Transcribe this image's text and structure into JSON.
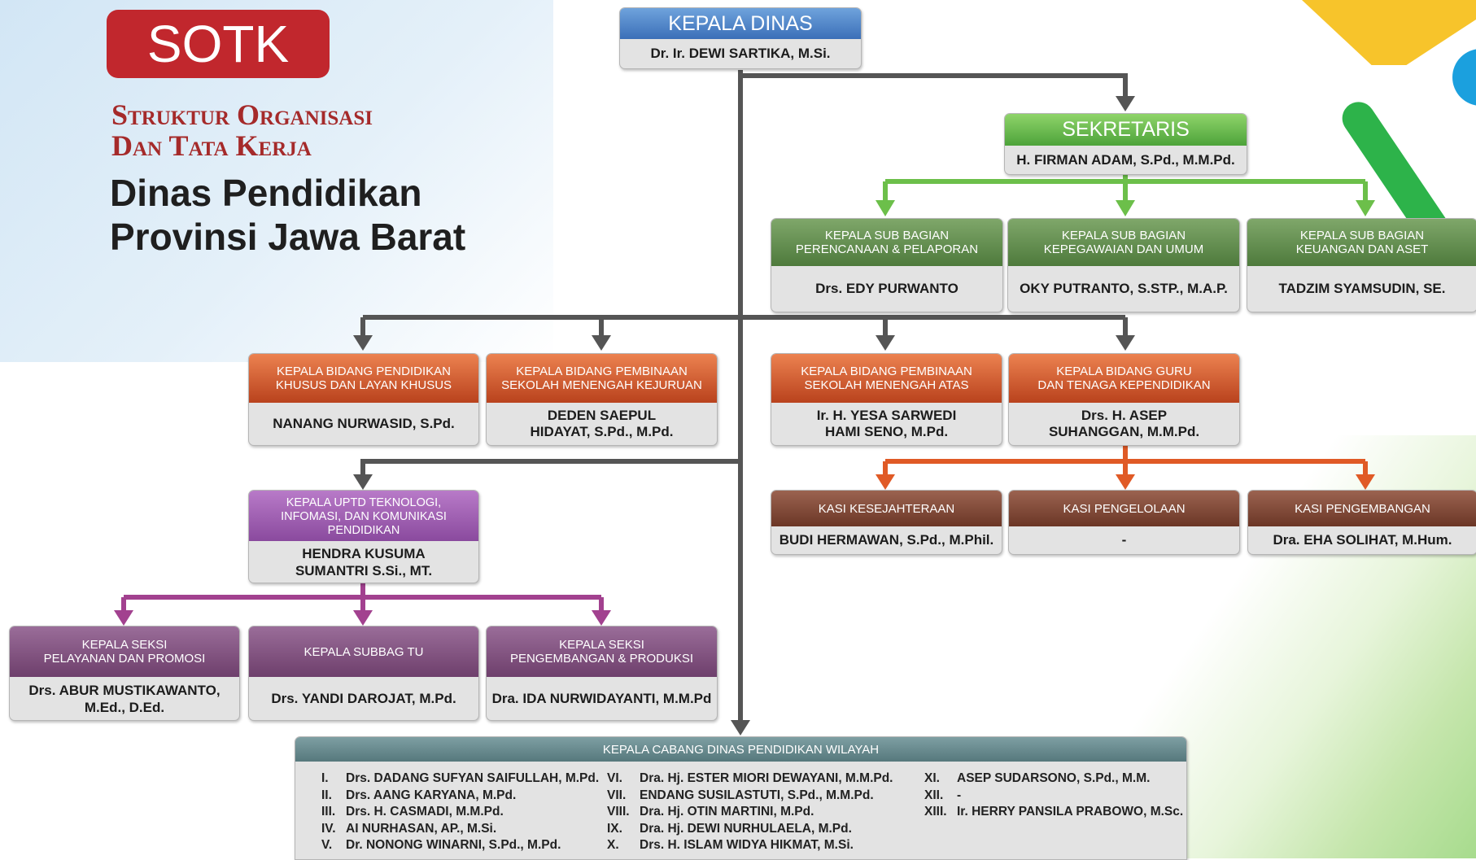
{
  "header": {
    "badge": "SOTK",
    "subtitle_line1": "Struktur Organisasi",
    "subtitle_line2": "Dan Tata Kerja",
    "org_line1": "Dinas Pendidikan",
    "org_line2": "Provinsi Jawa Barat"
  },
  "kepala_dinas": {
    "title": "KEPALA DINAS",
    "name": "Dr. Ir. DEWI SARTIKA, M.Si."
  },
  "sekretaris": {
    "title": "SEKRETARIS",
    "name": "H. FIRMAN ADAM, S.Pd., M.M.Pd."
  },
  "subbagian": [
    {
      "title_l1": "KEPALA SUB BAGIAN",
      "title_l2": "PERENCANAAN & PELAPORAN",
      "name": "Drs. EDY PURWANTO"
    },
    {
      "title_l1": "KEPALA SUB BAGIAN",
      "title_l2": "KEPEGAWAIAN DAN UMUM",
      "name": "OKY PUTRANTO, S.STP., M.A.P."
    },
    {
      "title_l1": "KEPALA SUB BAGIAN",
      "title_l2": "KEUANGAN DAN ASET",
      "name": "TADZIM SYAMSUDIN, SE."
    }
  ],
  "bidang": [
    {
      "title_l1": "KEPALA BIDANG PENDIDIKAN",
      "title_l2": "KHUSUS DAN LAYAN KHUSUS",
      "name_l1": "NANANG NURWASID, S.Pd.",
      "name_l2": ""
    },
    {
      "title_l1": "KEPALA BIDANG PEMBINAAN",
      "title_l2": "SEKOLAH MENENGAH KEJURUAN",
      "name_l1": "DEDEN SAEPUL",
      "name_l2": "HIDAYAT, S.Pd., M.Pd."
    },
    {
      "title_l1": "KEPALA BIDANG PEMBINAAN",
      "title_l2": "SEKOLAH MENENGAH ATAS",
      "name_l1": "Ir. H. YESA SARWEDI",
      "name_l2": "HAMI SENO, M.Pd."
    },
    {
      "title_l1": "KEPALA BIDANG GURU",
      "title_l2": "DAN TENAGA KEPENDIDIKAN",
      "name_l1": "Drs. H. ASEP",
      "name_l2": "SUHANGGAN, M.M.Pd."
    }
  ],
  "kasi": [
    {
      "title": "KASI KESEJAHTERAAN",
      "name": "BUDI HERMAWAN, S.Pd., M.Phil."
    },
    {
      "title": "KASI PENGELOLAAN",
      "name": "-"
    },
    {
      "title": "KASI PENGEMBANGAN",
      "name": "Dra. EHA SOLIHAT, M.Hum."
    }
  ],
  "uptd": {
    "title_l1": "KEPALA UPTD TEKNOLOGI,",
    "title_l2": "INFOMASI, DAN KOMUNIKASI",
    "title_l3": "PENDIDIKAN",
    "name_l1": "HENDRA KUSUMA",
    "name_l2": "SUMANTRI S.Si., MT."
  },
  "seksi": [
    {
      "title_l1": "KEPALA SEKSI",
      "title_l2": "PELAYANAN DAN PROMOSI",
      "name_l1": "Drs. ABUR MUSTIKAWANTO,",
      "name_l2": "M.Ed., D.Ed."
    },
    {
      "title_l1": "KEPALA SUBBAG TU",
      "title_l2": "",
      "name_l1": "Drs. YANDI DAROJAT, M.Pd.",
      "name_l2": ""
    },
    {
      "title_l1": "KEPALA SEKSI",
      "title_l2": "PENGEMBANGAN & PRODUKSI",
      "name_l1": "Dra. IDA NURWIDAYANTI, M.M.Pd",
      "name_l2": ""
    }
  ],
  "cabang": {
    "title": "KEPALA CABANG DINAS PENDIDIKAN WILAYAH",
    "columns": [
      [
        {
          "num": "I.",
          "name": "Drs. DADANG SUFYAN SAIFULLAH, M.Pd."
        },
        {
          "num": "II.",
          "name": "Drs. AANG KARYANA, M.Pd."
        },
        {
          "num": "III.",
          "name": "Drs. H. CASMADI, M.M.Pd."
        },
        {
          "num": "IV.",
          "name": "AI NURHASAN, AP., M.Si."
        },
        {
          "num": "V.",
          "name": "Dr. NONONG WINARNI, S.Pd., M.Pd."
        }
      ],
      [
        {
          "num": "VI.",
          "name": "Dra. Hj. ESTER MIORI DEWAYANI, M.M.Pd."
        },
        {
          "num": "VII.",
          "name": "ENDANG SUSILASTUTI, S.Pd., M.M.Pd."
        },
        {
          "num": "VIII.",
          "name": "Dra. Hj. OTIN MARTINI, M.Pd."
        },
        {
          "num": "IX.",
          "name": "Dra. Hj. DEWI NURHULAELA, M.Pd."
        },
        {
          "num": "X.",
          "name": "Drs. H. ISLAM WIDYA HIKMAT, M.Si."
        }
      ],
      [
        {
          "num": "XI.",
          "name": "ASEP SUDARSONO, S.Pd., M.M."
        },
        {
          "num": "XII.",
          "name": "-"
        },
        {
          "num": "XIII.",
          "name": "Ir. HERRY PANSILA PRABOWO, M.Sc."
        }
      ]
    ]
  },
  "colors": {
    "connector_main": "#555555",
    "connector_sekretaris": "#6cbf4a",
    "connector_bidang_guru": "#e05a26",
    "connector_uptd": "#a2418f"
  }
}
